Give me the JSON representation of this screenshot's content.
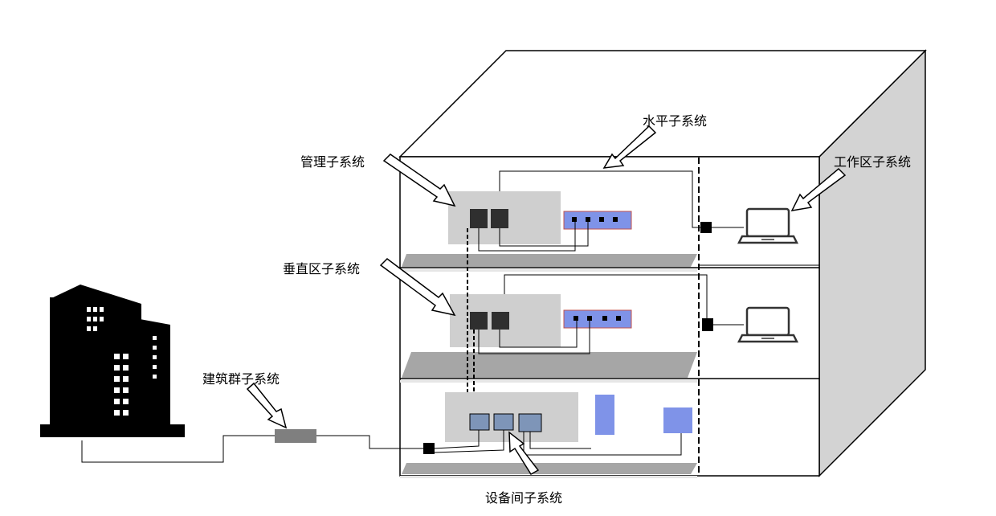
{
  "labels": {
    "horizontal": "水平子系统",
    "management": "管理子系统",
    "work_area": "工作区子系统",
    "vertical": "垂直区子系统",
    "building_group": "建筑群子系统",
    "equipment_room": "设备间子系统"
  },
  "colors": {
    "cube_side": "#d3d3d3",
    "shelf": "#a6a6a6",
    "panel": "#cfcfcf",
    "rack_dark": "#2f2f2f",
    "patch_blue": "#7f93e8",
    "device_blue": "#7f93e8",
    "box_blue": "#7e95b8",
    "connector_gray": "#7f7f7f",
    "outline": "#000000"
  },
  "icons": {
    "building": "office-building-icon",
    "laptop": "laptop-icon"
  }
}
